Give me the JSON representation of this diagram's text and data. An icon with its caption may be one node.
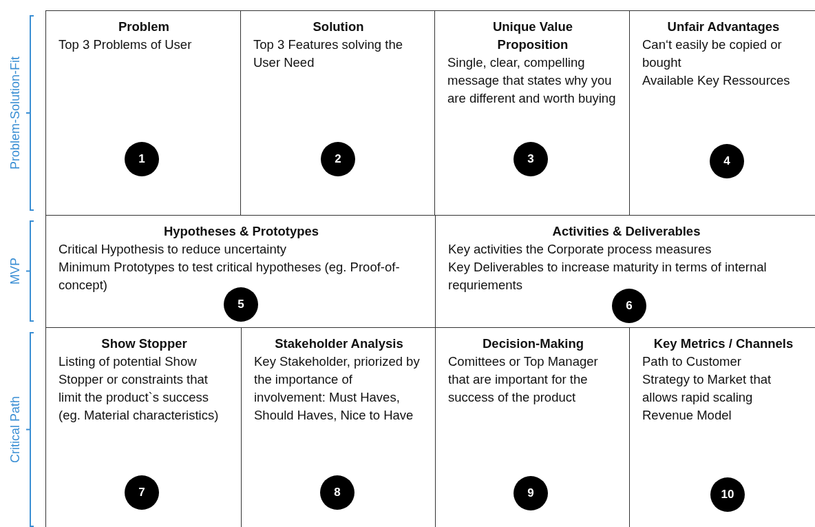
{
  "diagram": {
    "nodes": [
      {
        "text": [
          "Problem",
          "Top 3 Problems of User"
        ]
      },
      {
        "text": [
          "1"
        ],
        "in": 0
      },
      {
        "text": [
          "Solution",
          "Top 3 Features solving the User Need"
        ]
      },
      {
        "text": [
          "2"
        ],
        "in": 2
      },
      {
        "text": [
          "Unique Value Proposition",
          "Single, clear, compelling message that states why you are different and worth buying"
        ]
      },
      {
        "text": [
          "3"
        ],
        "in": 4
      },
      {
        "text": [
          "Unfair Advantages",
          "Can‘t easily be copied or bought",
          "Available Key Ressources"
        ]
      },
      {
        "text": [
          "4"
        ],
        "in": 6
      },
      {
        "text": [
          "Hypotheses & Prototypes",
          "Critical Hypothesis to reduce uncertainty",
          "Minimum Prototypes to test critical hypotheses (eg. Proof-of-concept)"
        ]
      },
      {
        "text": [
          "5"
        ],
        "in": 8
      },
      {
        "text": [
          "Activities & Deliverables",
          "Key activities the Corporate process measures",
          "Key Deliverables to increase maturity in terms of internal requriements"
        ]
      },
      {
        "text": [
          "6"
        ],
        "in": 10
      },
      {
        "text": [
          "Show Stopper",
          "Listing of potential Show Stopper or constraints that limit the product`s success (eg. Material characteristics)"
        ]
      },
      {
        "text": [
          "7"
        ],
        "in": 12
      },
      {
        "text": [
          "Stakeholder Analysis",
          "Key Stakeholder, priorized by the importance of involvement: Must Haves, Should Haves, Nice to Have"
        ]
      },
      {
        "text": [
          "8"
        ],
        "in": 14
      },
      {
        "text": [
          "Decision-Making",
          "Comittees or Top Manager that are important for the success of the product"
        ]
      },
      {
        "text": [
          "9"
        ],
        "in": 16
      },
      {
        "text": [
          "Key Metrics / Channels",
          "Path to Customer",
          "Strategy to Market that allows rapid scaling",
          "Revenue Model"
        ]
      },
      {
        "text": [
          "10"
        ],
        "in": 18
      }
    ],
    "labels": [
      "Problem-Solution-Fit",
      "MVP",
      "Critical Path"
    ]
  }
}
